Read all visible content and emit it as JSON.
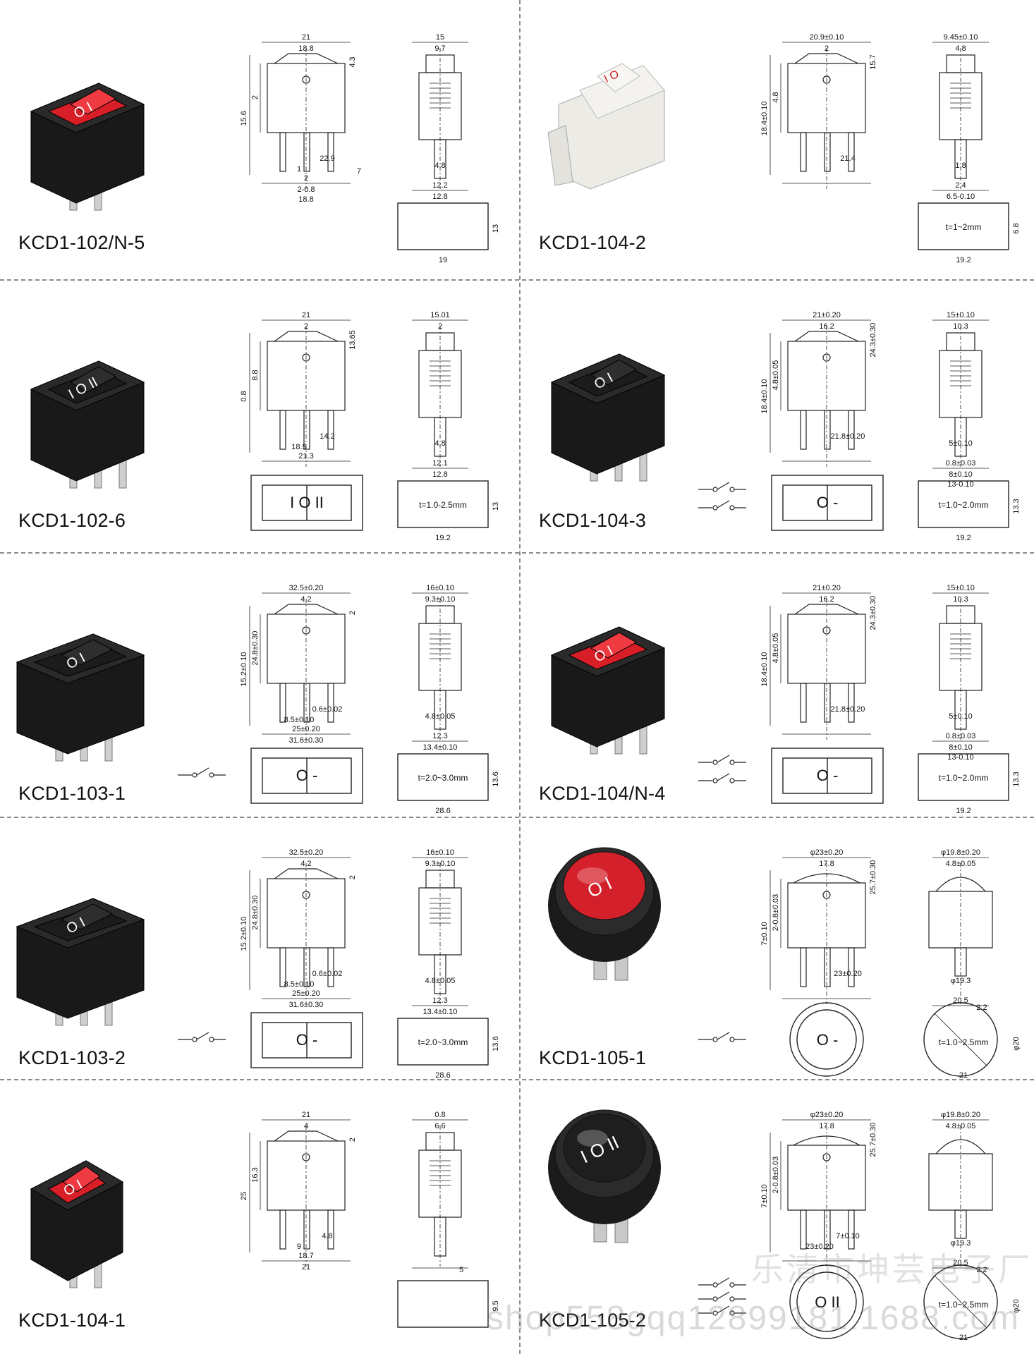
{
  "products": [
    {
      "model": "KCD1-102/N-5",
      "switch_style": "rect-red-lit",
      "dims_front": [
        "21",
        "18.8",
        "4.3",
        "2",
        "15.6",
        "22.9",
        "1",
        "2",
        "2-0.8",
        "7",
        "18.8"
      ],
      "dims_side": [
        "15",
        "9.7",
        "4.8",
        "12.2",
        "12.8"
      ],
      "cutout": {
        "width": "19",
        "height": "13",
        "text": ""
      },
      "panel": "",
      "circuit": ""
    },
    {
      "model": "KCD1-104-2",
      "switch_style": "rect-white",
      "dims_front": [
        "20.9±0.10",
        "2",
        "15.7",
        "4.8",
        "18.4±0.10",
        "21.4"
      ],
      "dims_side": [
        "9.45±0.10",
        "4.8",
        "1.8",
        "2.4",
        "6.5-0.10"
      ],
      "cutout": {
        "width": "19.2",
        "height": "6.8",
        "text": "t=1~2mm"
      },
      "panel": "",
      "circuit": ""
    },
    {
      "model": "KCD1-102-6",
      "switch_style": "rect-black-3pos",
      "dims_front": [
        "21",
        "2",
        "13.65",
        "8.8",
        "0.8",
        "14.2",
        "18.5",
        "21.3"
      ],
      "dims_side": [
        "15.01",
        "2",
        "4.8",
        "12.1",
        "12.8"
      ],
      "cutout": {
        "width": "19.2",
        "height": "13",
        "text": "t=1.0-2.5mm"
      },
      "panel": "I O II",
      "circuit": ""
    },
    {
      "model": "KCD1-104-3",
      "switch_style": "rect-black-large",
      "dims_front": [
        "21±0.20",
        "16.2",
        "24.3±0.30",
        "4.8±0.05",
        "18.4±0.10",
        "21.8±0.20"
      ],
      "dims_side": [
        "15±0.10",
        "10.3",
        "5±0.10",
        "0.8±0.03",
        "8±0.10",
        "13-0.10"
      ],
      "cutout": {
        "width": "19.2",
        "height": "13.3",
        "text": "t=1.0~2.0mm"
      },
      "panel": "O -",
      "circuit": "dpst"
    },
    {
      "model": "KCD1-103-1",
      "switch_style": "rect-black-long",
      "dims_front": [
        "32.5±0.20",
        "4.2",
        "2",
        "24.8±0.30",
        "15.2±0.10",
        "0.6±0.02",
        "8.5±0.10",
        "25±0.20",
        "31.6±0.30"
      ],
      "dims_side": [
        "16±0.10",
        "9.3±0.10",
        "4.8±0.05",
        "12.3",
        "13.4±0.10"
      ],
      "cutout": {
        "width": "28.6",
        "height": "13.6",
        "text": "t=2.0~3.0mm"
      },
      "panel": "O -",
      "circuit": "spst"
    },
    {
      "model": "KCD1-104/N-4",
      "switch_style": "rect-red-large",
      "dims_front": [
        "21±0.20",
        "16.2",
        "24.3±0.30",
        "4.8±0.05",
        "18.4±0.10",
        "21.8±0.20"
      ],
      "dims_side": [
        "15±0.10",
        "10.3",
        "5±0.10",
        "0.8±0.03",
        "8±0.10",
        "13-0.10"
      ],
      "cutout": {
        "width": "19.2",
        "height": "13.3",
        "text": "t=1.0~2.0mm"
      },
      "panel": "O -",
      "circuit": "dpst"
    },
    {
      "model": "KCD1-103-2",
      "switch_style": "rect-black-long",
      "dims_front": [
        "32.5±0.20",
        "4.2",
        "2",
        "24.8±0.30",
        "15.2±0.10",
        "0.6±0.02",
        "8.5±0.10",
        "25±0.20",
        "31.6±0.30"
      ],
      "dims_side": [
        "16±0.10",
        "9.3±0.10",
        "4.8±0.05",
        "12.3",
        "13.4±0.10"
      ],
      "cutout": {
        "width": "28.6",
        "height": "13.6",
        "text": "t=2.0~3.0mm"
      },
      "panel": "O -",
      "circuit": "spst"
    },
    {
      "model": "KCD1-105-1",
      "switch_style": "round-red",
      "dims_front": [
        "φ23±0.20",
        "17.8",
        "25.7±0.30",
        "2-0.8±0.03",
        "7±0.10",
        "23±0.20"
      ],
      "dims_side": [
        "φ19.8±0.20",
        "4.8±0.05",
        "φ19.3",
        "20.5"
      ],
      "cutout": {
        "width": "21",
        "height": "φ20",
        "text": "t=1.0~2.5mm",
        "extra": "2.2"
      },
      "panel": "O -",
      "circuit": "spst"
    },
    {
      "model": "KCD1-104-1",
      "switch_style": "rect-red-small",
      "dims_front": [
        "21",
        "4",
        "2",
        "16.3",
        "25",
        "4.8",
        "9",
        "18.7",
        "21"
      ],
      "dims_side": [
        "0.8",
        "6.6"
      ],
      "cutout": {
        "width": "",
        "height": "9.5",
        "text": "",
        "extra": "5"
      },
      "panel": "",
      "circuit": ""
    },
    {
      "model": "KCD1-105-2",
      "switch_style": "round-black",
      "dims_front": [
        "φ23±0.20",
        "17.8",
        "25.7±0.30",
        "2-0.8±0.03",
        "7±0.10",
        "7±0.10",
        "23±0.20"
      ],
      "dims_side": [
        "φ19.8±0.20",
        "4.8±0.05",
        "φ19.3",
        "20.5"
      ],
      "cutout": {
        "width": "21",
        "height": "φ20",
        "text": "t=1.0~2.5mm",
        "extra": "2.2"
      },
      "panel": "O II",
      "circuit": "3way"
    }
  ],
  "watermark": "shop558gqq12899181.1688.com",
  "watermark_cn": "乐清市坤芸电子厂"
}
